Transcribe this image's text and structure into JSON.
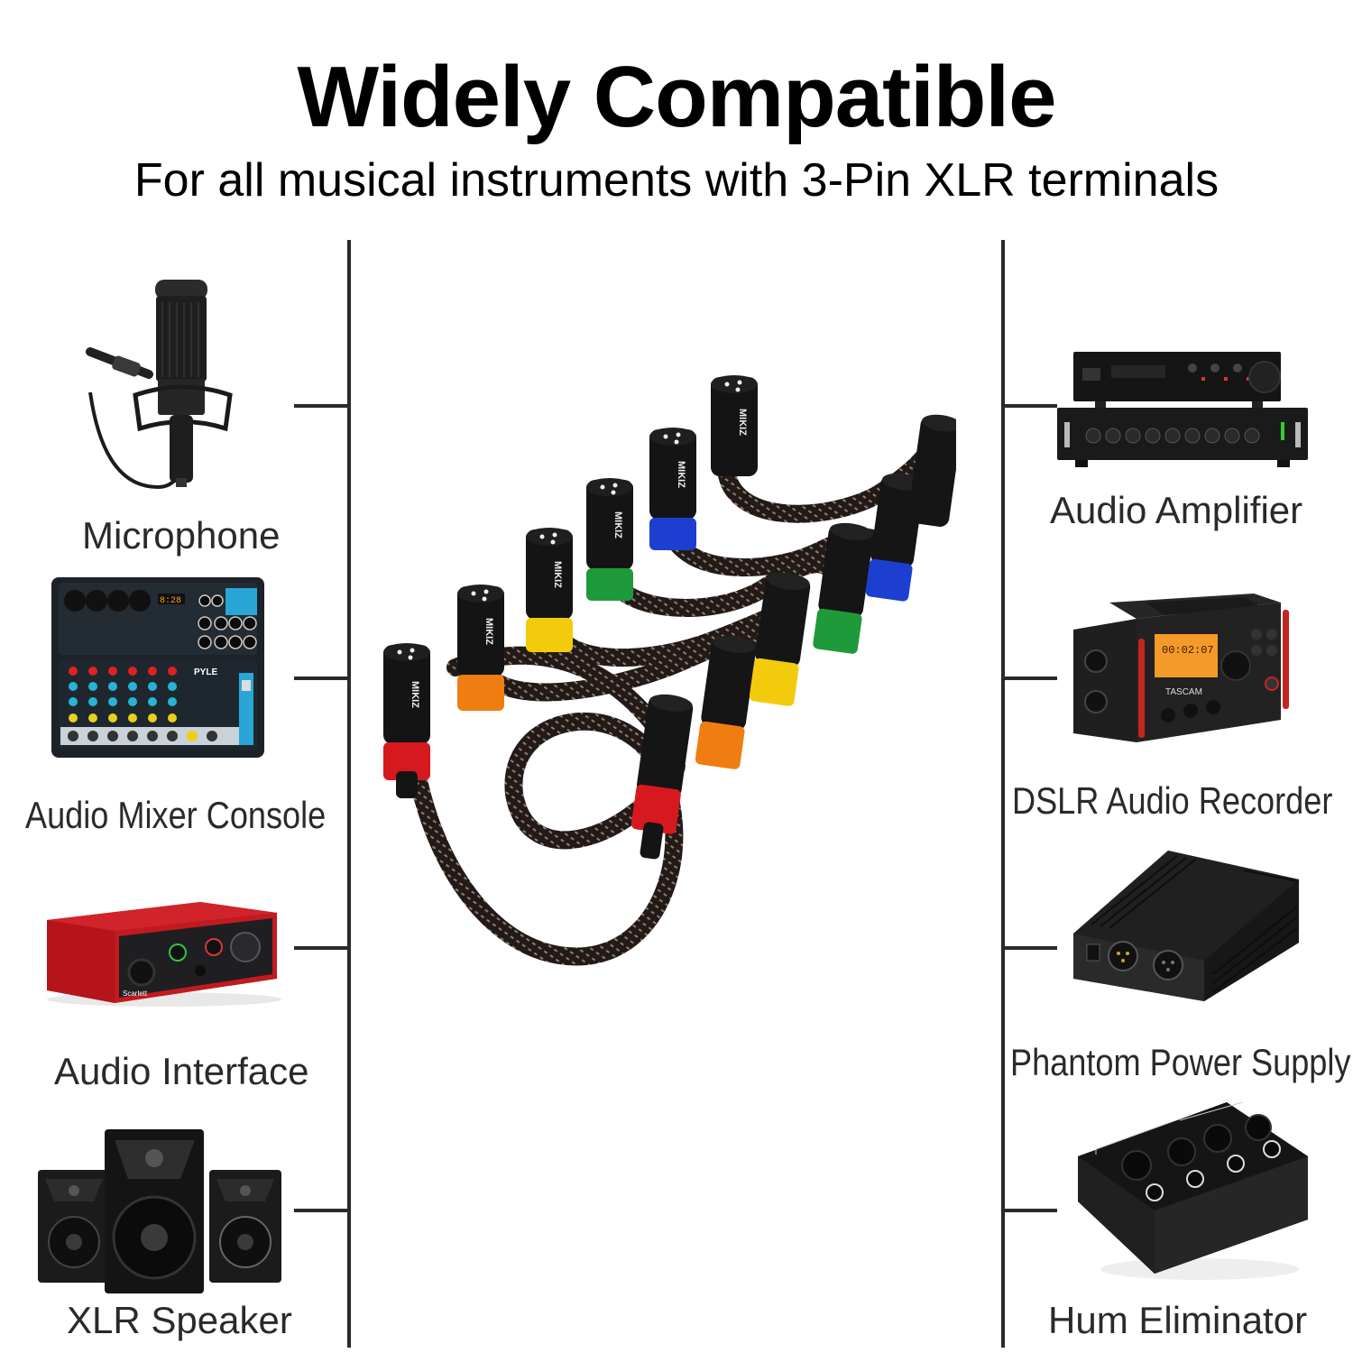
{
  "header": {
    "title": "Widely Compatible",
    "subtitle": "For all musical instruments with 3-Pin XLR terminals"
  },
  "left_devices": [
    {
      "label": "Microphone",
      "icon": "condenser-microphone-icon"
    },
    {
      "label": "Audio Mixer Console",
      "icon": "audio-mixer-icon"
    },
    {
      "label": "Audio Interface",
      "icon": "audio-interface-icon"
    },
    {
      "label": "XLR Speaker",
      "icon": "studio-speakers-icon"
    }
  ],
  "right_devices": [
    {
      "label": "Audio Amplifier",
      "icon": "rack-amplifier-icon"
    },
    {
      "label": "DSLR Audio Recorder",
      "icon": "dslr-recorder-icon"
    },
    {
      "label": "Phantom Power Supply",
      "icon": "phantom-power-icon"
    },
    {
      "label": "Hum Eliminator",
      "icon": "hum-eliminator-icon"
    }
  ],
  "product": {
    "brand": "MIKIZ",
    "cable_count": 6,
    "connector_colors": [
      "#d6191e",
      "#f07d12",
      "#f2cc0c",
      "#1f9a3a",
      "#1d3fd0",
      "#1b1b1b"
    ]
  },
  "colors": {
    "line": "#2a2a2a",
    "text": "#2a2a2a",
    "title": "#000000"
  }
}
